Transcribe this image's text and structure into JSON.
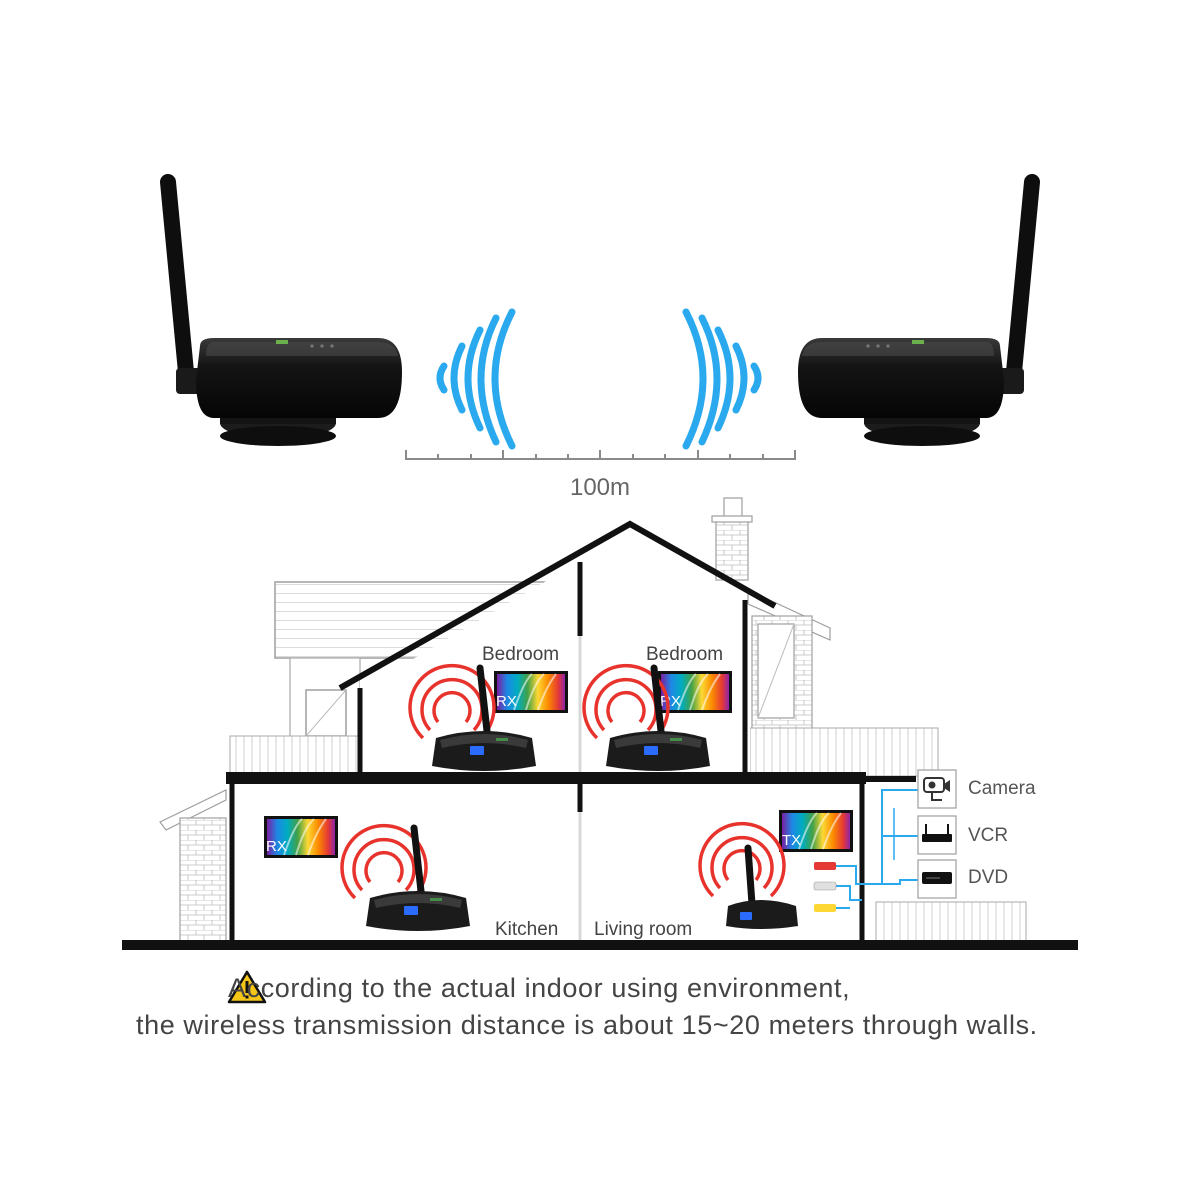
{
  "distance_label": "100m",
  "rooms": {
    "bedroom_left": "Bedroom",
    "bedroom_right": "Bedroom",
    "kitchen": "Kitchen",
    "living_room": "Living room"
  },
  "tv_badges": {
    "rx": "RX",
    "tx": "TX"
  },
  "sources": [
    "Camera",
    "VCR",
    "DVD"
  ],
  "note": {
    "line1": "According to the actual indoor using environment,",
    "line2": "the wireless transmission distance is about 15~20 meters through walls."
  },
  "colors": {
    "wave_blue": "#2aa9ee",
    "signal_red": "#e8332d",
    "warning_yellow": "#f5c518",
    "cable_blue": "#2aa9ee"
  }
}
